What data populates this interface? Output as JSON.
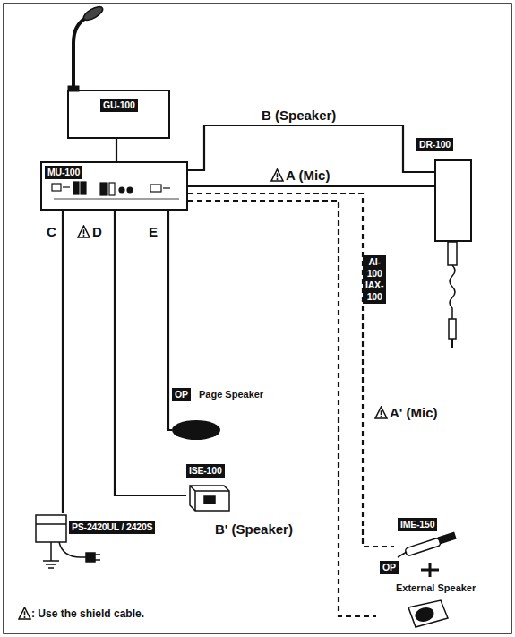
{
  "diagram": {
    "nodes": [
      {
        "text": [
          "GU-100"
        ]
      },
      {
        "text": [
          "MU-100"
        ]
      },
      {
        "text": [
          "DR-100"
        ]
      },
      {
        "text": [
          "AI-100 IAX-100"
        ]
      },
      {
        "text": [
          "OP",
          "Page Speaker"
        ]
      },
      {
        "text": [
          "ISE-100"
        ]
      },
      {
        "text": [
          "PS-2420UL / 2420S"
        ]
      },
      {
        "text": [
          "IME-150"
        ]
      },
      {
        "text": [
          "OP",
          "External Speaker"
        ]
      }
    ],
    "edges": [
      {
        "from": 0,
        "to": 1,
        "arrow": "none"
      },
      {
        "from": 1,
        "to": 2,
        "label": "B (Speaker)",
        "arrow": "none"
      },
      {
        "from": 1,
        "to": 2,
        "label": "A (Mic)",
        "arrow": "none"
      },
      {
        "from": 1,
        "to": 6,
        "label": "C",
        "arrow": "none"
      },
      {
        "from": 1,
        "to": 5,
        "label": "D",
        "arrow": "none"
      },
      {
        "from": 1,
        "to": 4,
        "label": "E",
        "arrow": "none"
      },
      {
        "from": 1,
        "to": 7,
        "label": "A' (Mic)",
        "arrow": "none"
      },
      {
        "from": 1,
        "to": 8,
        "label": "B' (Speaker)",
        "arrow": "none"
      }
    ],
    "legend": [
      {
        "text": ": Use the shield cable."
      }
    ]
  }
}
